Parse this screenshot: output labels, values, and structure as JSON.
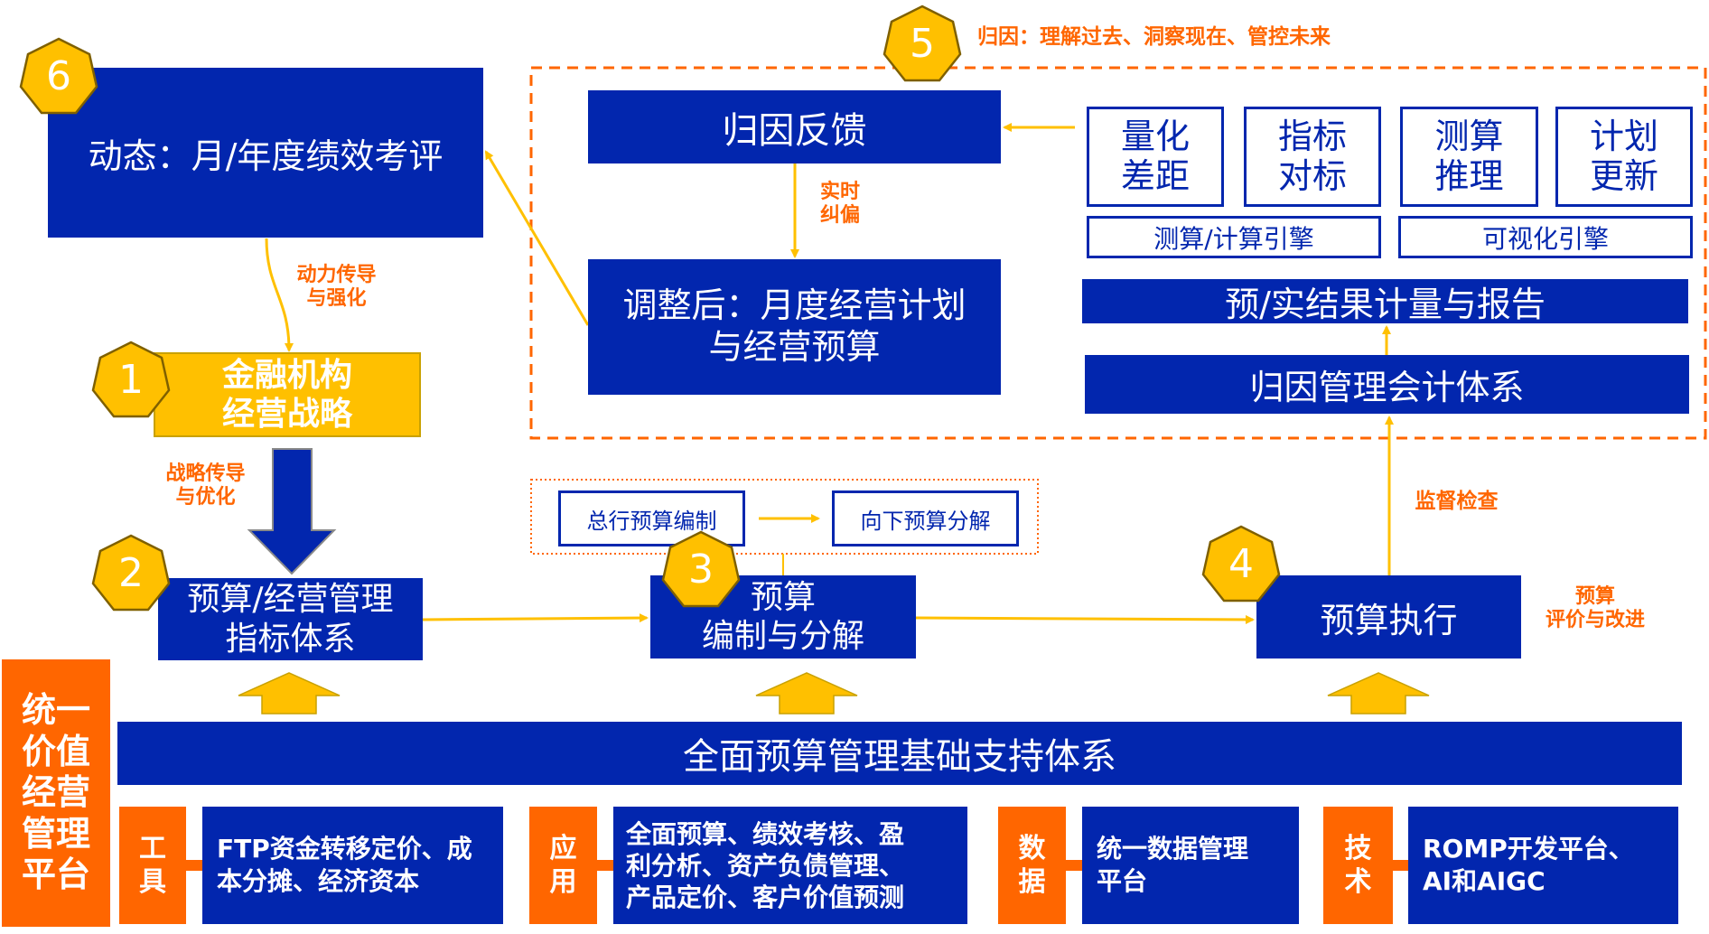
{
  "colors": {
    "blue": "#0226AE",
    "yellow": "#FFC000",
    "orange": "#FF6600",
    "badge_border": "#7F6000"
  },
  "steps": {
    "s1": {
      "badge": "1",
      "label": "金融机构\n经营战略"
    },
    "s2": {
      "badge": "2",
      "label": "预算/经营管理\n指标体系"
    },
    "s3": {
      "badge": "3",
      "label": "预算\n编制与分解",
      "sub_left": "总行预算编制",
      "sub_right": "向下预算分解"
    },
    "s4": {
      "badge": "4",
      "label": "预算执行"
    },
    "s5": {
      "badge": "5",
      "title": "归因：理解过去、洞察现在、管控未来"
    },
    "s6": {
      "badge": "6",
      "label": "动态：月/年度绩效考评"
    }
  },
  "attribution": {
    "feedback": "归因反馈",
    "adjusted": "调整后：月度经营计划\n与经营预算",
    "realtime_label": "实时\n纠偏",
    "tools": [
      "量化\n差距",
      "指标\n对标",
      "测算\n推理",
      "计划\n更新"
    ],
    "engines": [
      "测算/计算引擎",
      "可视化引擎"
    ],
    "report": "预/实结果计量与报告",
    "accounting": "归因管理会计体系"
  },
  "flow_labels": {
    "power": "动力传导\n与强化",
    "strategy": "战略传导\n与优化",
    "supervise": "监督检查",
    "evaluate": "预算\n评价与改进"
  },
  "foundation": {
    "title": "全面预算管理基础支持体系",
    "platform": "统一\n价值\n经营\n管理\n平台",
    "pillars": [
      {
        "tag": "工\n具",
        "text": "FTP资金转移定价、成\n本分摊、经济资本"
      },
      {
        "tag": "应\n用",
        "text": "全面预算、绩效考核、盈\n利分析、资产负债管理、\n产品定价、客户价值预测"
      },
      {
        "tag": "数\n据",
        "text": "统一数据管理\n平台"
      },
      {
        "tag": "技\n术",
        "text": "ROMP开发平台、\nAI和AIGC"
      }
    ]
  }
}
